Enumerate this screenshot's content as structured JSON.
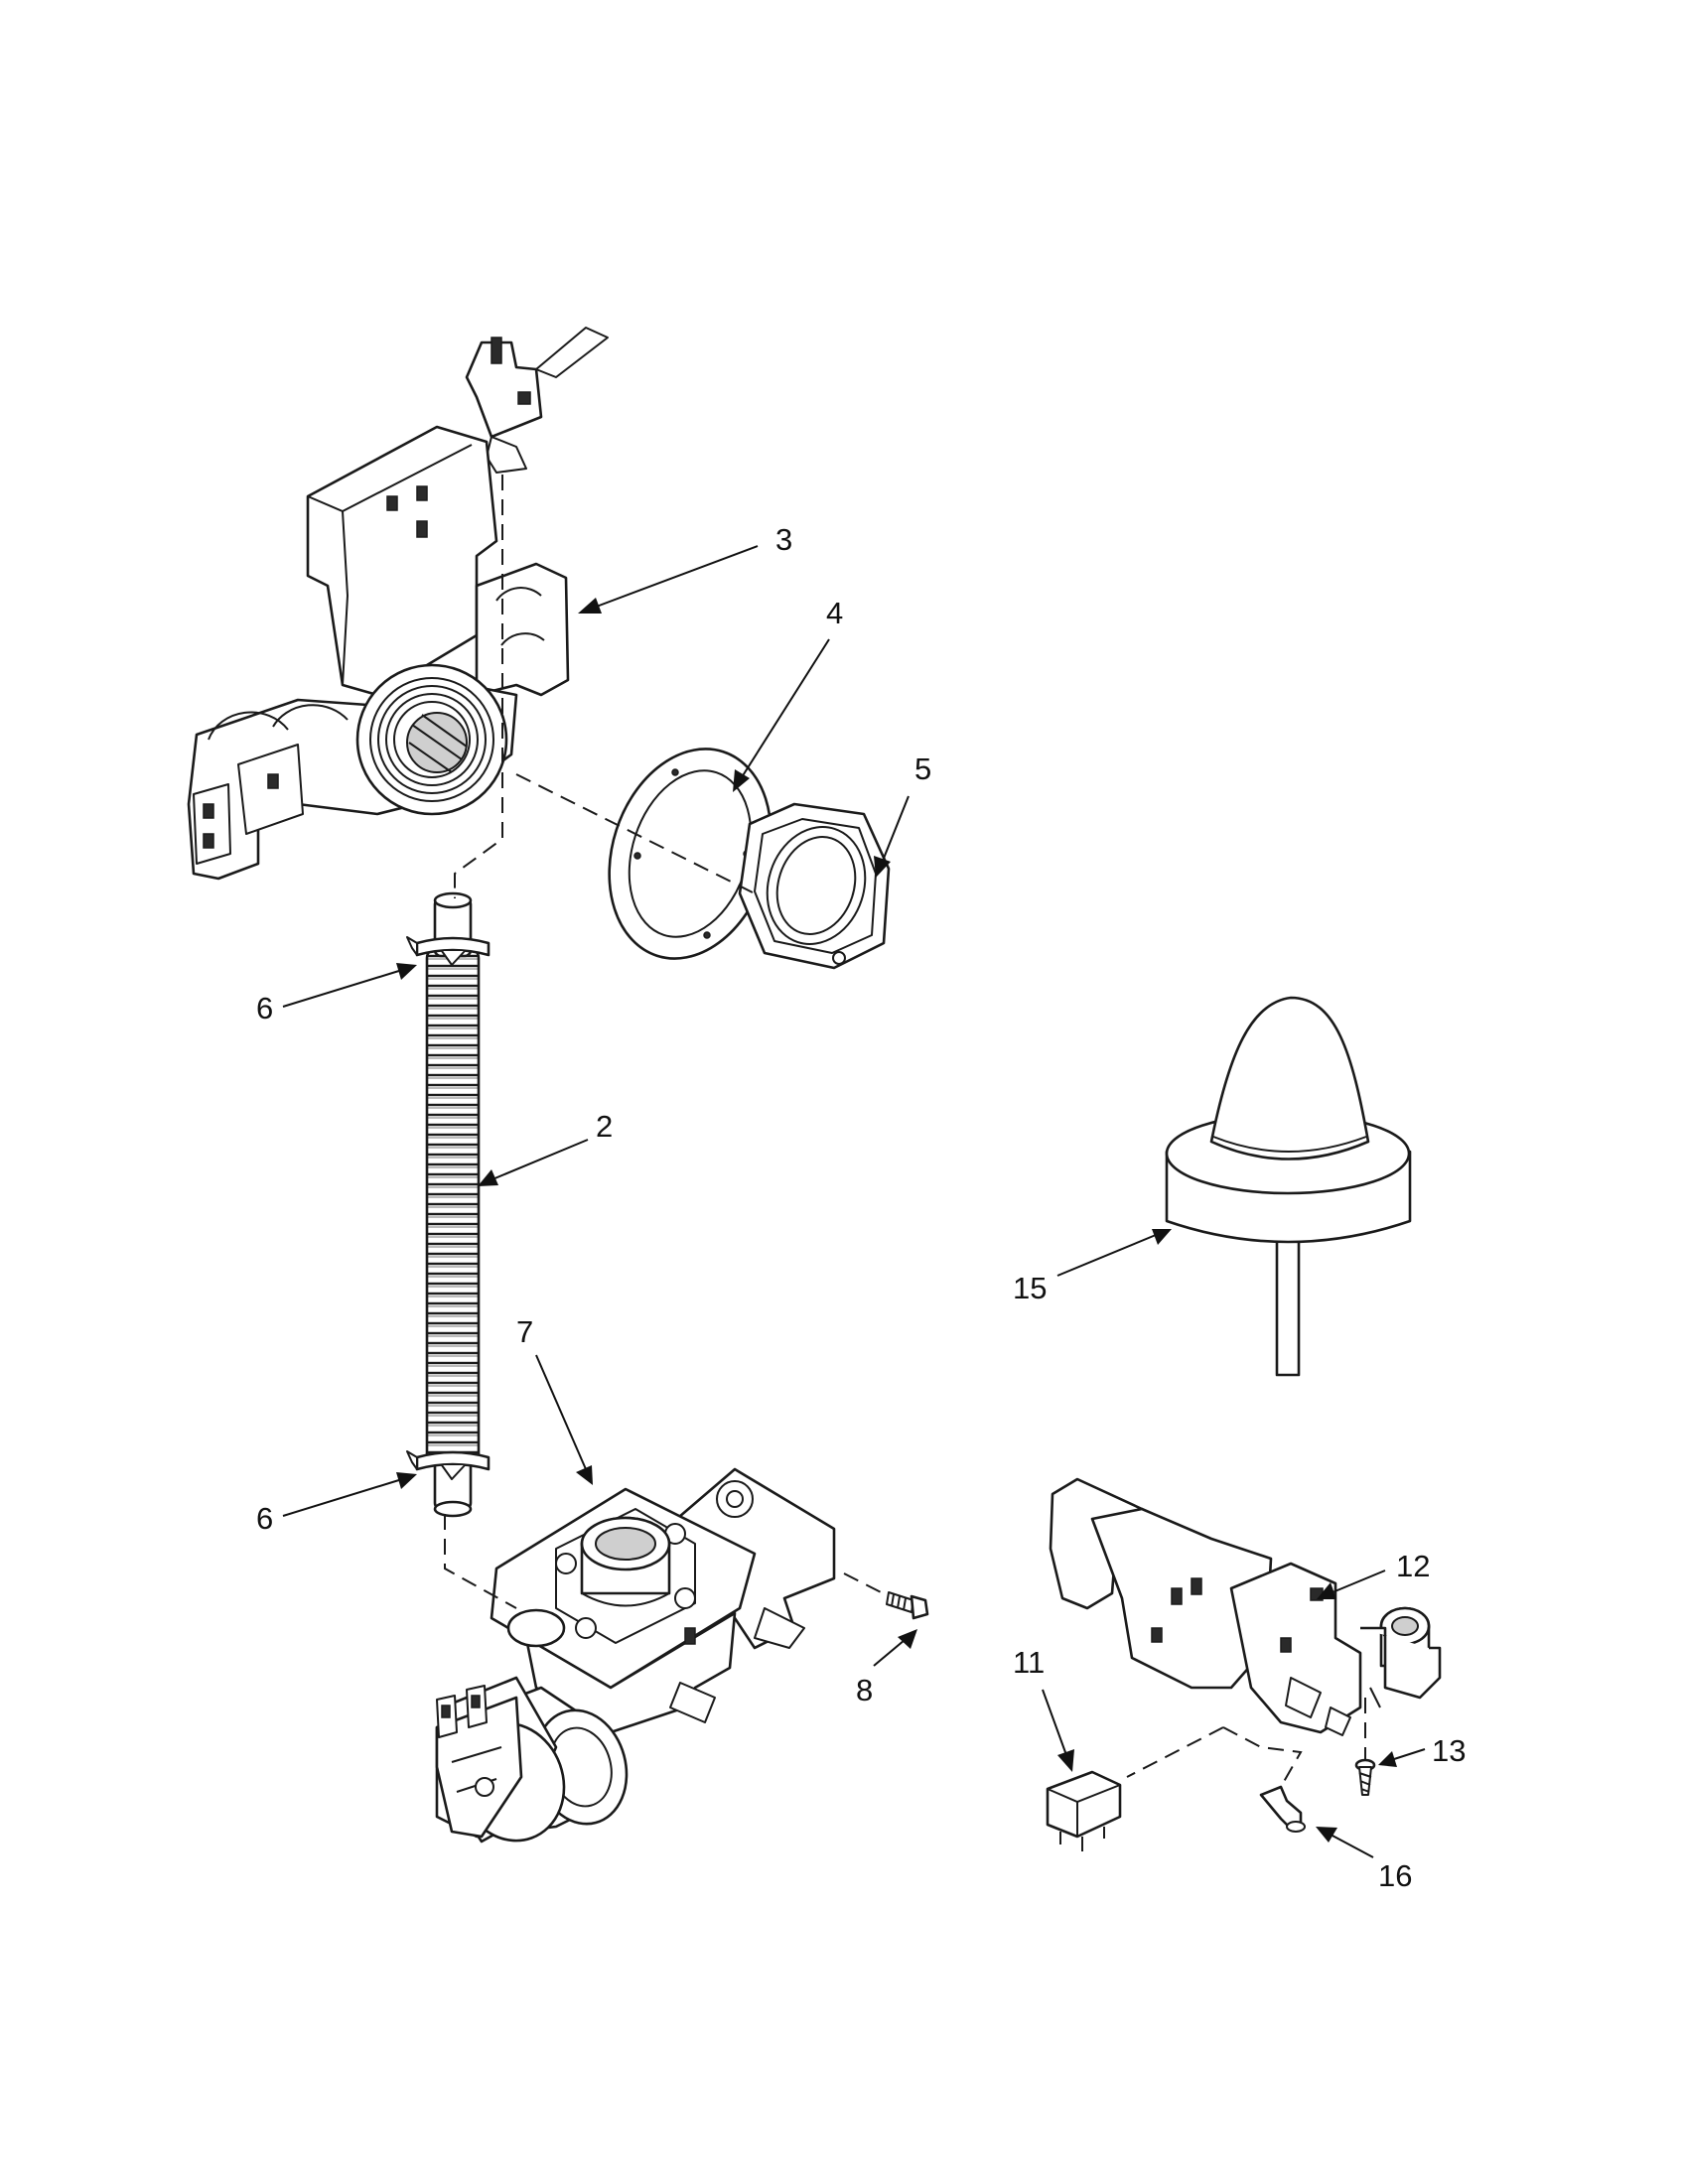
{
  "callouts": [
    {
      "id": "3",
      "text": "3"
    },
    {
      "id": "4",
      "text": "4"
    },
    {
      "id": "5",
      "text": "5"
    },
    {
      "id": "6a",
      "text": "6"
    },
    {
      "id": "2",
      "text": "2"
    },
    {
      "id": "6b",
      "text": "6"
    },
    {
      "id": "7",
      "text": "7"
    },
    {
      "id": "8",
      "text": "8"
    },
    {
      "id": "15",
      "text": "15"
    },
    {
      "id": "12",
      "text": "12"
    },
    {
      "id": "11",
      "text": "11"
    },
    {
      "id": "13",
      "text": "13"
    },
    {
      "id": "16",
      "text": "16"
    }
  ]
}
